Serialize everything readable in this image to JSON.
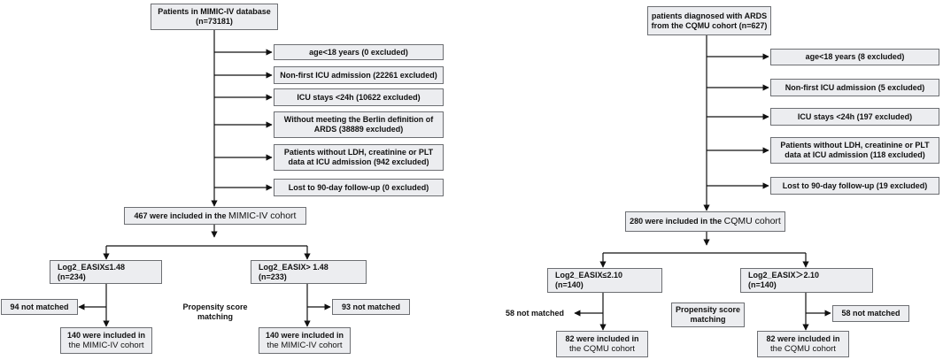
{
  "mimic": {
    "source": {
      "line1": "Patients in MIMIC-IV database",
      "line2": "(n=73181)"
    },
    "exclusions": [
      {
        "line1": "age<18 years  (0 excluded)",
        "line2": ""
      },
      {
        "line1": "Non-first ICU admission  (22261 excluded)",
        "line2": ""
      },
      {
        "line1": "ICU stays <24h  (10622 excluded)",
        "line2": ""
      },
      {
        "line1": "Without meeting the Berlin definition of",
        "line2": "ARDS  (38889 excluded)"
      },
      {
        "line1": "Patients without LDH, creatinine or PLT",
        "line2": "data at ICU admission  (942 excluded)"
      },
      {
        "line1": "Lost to 90-day follow-up  (0 excluded)",
        "line2": ""
      }
    ],
    "included": {
      "text": "467 were included in the ",
      "cohort": "MIMIC-IV cohort"
    },
    "low": {
      "line1": "Log2_EASIX≤1.48",
      "line2": "(n=234)"
    },
    "high": {
      "line1": "Log2_EASIX> 1.48",
      "line2": "(n=233)"
    },
    "low_unmatched": "94 not matched",
    "high_unmatched": "93 not matched",
    "psm": {
      "line1": "Propensity score",
      "line2": "matching"
    },
    "low_final": {
      "line1": "140 were included in",
      "line2": "the MIMIC-IV cohort"
    },
    "high_final": {
      "line1": "140 were included in",
      "line2": "the MIMIC-IV cohort"
    }
  },
  "cqmu": {
    "source": {
      "line1": "patients diagnosed with ARDS",
      "line2": "from the CQMU cohort (n=627)"
    },
    "exclusions": [
      {
        "line1": "age<18 years  (8 excluded)",
        "line2": ""
      },
      {
        "line1": "Non-first ICU admission  (5 excluded)",
        "line2": ""
      },
      {
        "line1": "ICU stays <24h  (197 excluded)",
        "line2": ""
      },
      {
        "line1": "Patients without LDH, creatinine or PLT",
        "line2": "data at ICU admission  (118 excluded)"
      },
      {
        "line1": "Lost to 90-day follow-up  (19 excluded)",
        "line2": ""
      }
    ],
    "included": {
      "text": "280 were included in the ",
      "cohort": "CQMU cohort"
    },
    "low": {
      "line1": "Log2_EASIX≤2.10",
      "line2": "(n=140)"
    },
    "high": {
      "line1": "Log2_EASIX＞2.10",
      "line2": "(n=140)"
    },
    "low_unmatched": "58 not matched",
    "high_unmatched": "58 not matched",
    "psm": {
      "line1": "Propensity score",
      "line2": "matching"
    },
    "low_final": {
      "line1": "82 were included in",
      "line2": "the CQMU cohort"
    },
    "high_final": {
      "line1": "82 were included in",
      "line2": "the CQMU cohort"
    }
  }
}
